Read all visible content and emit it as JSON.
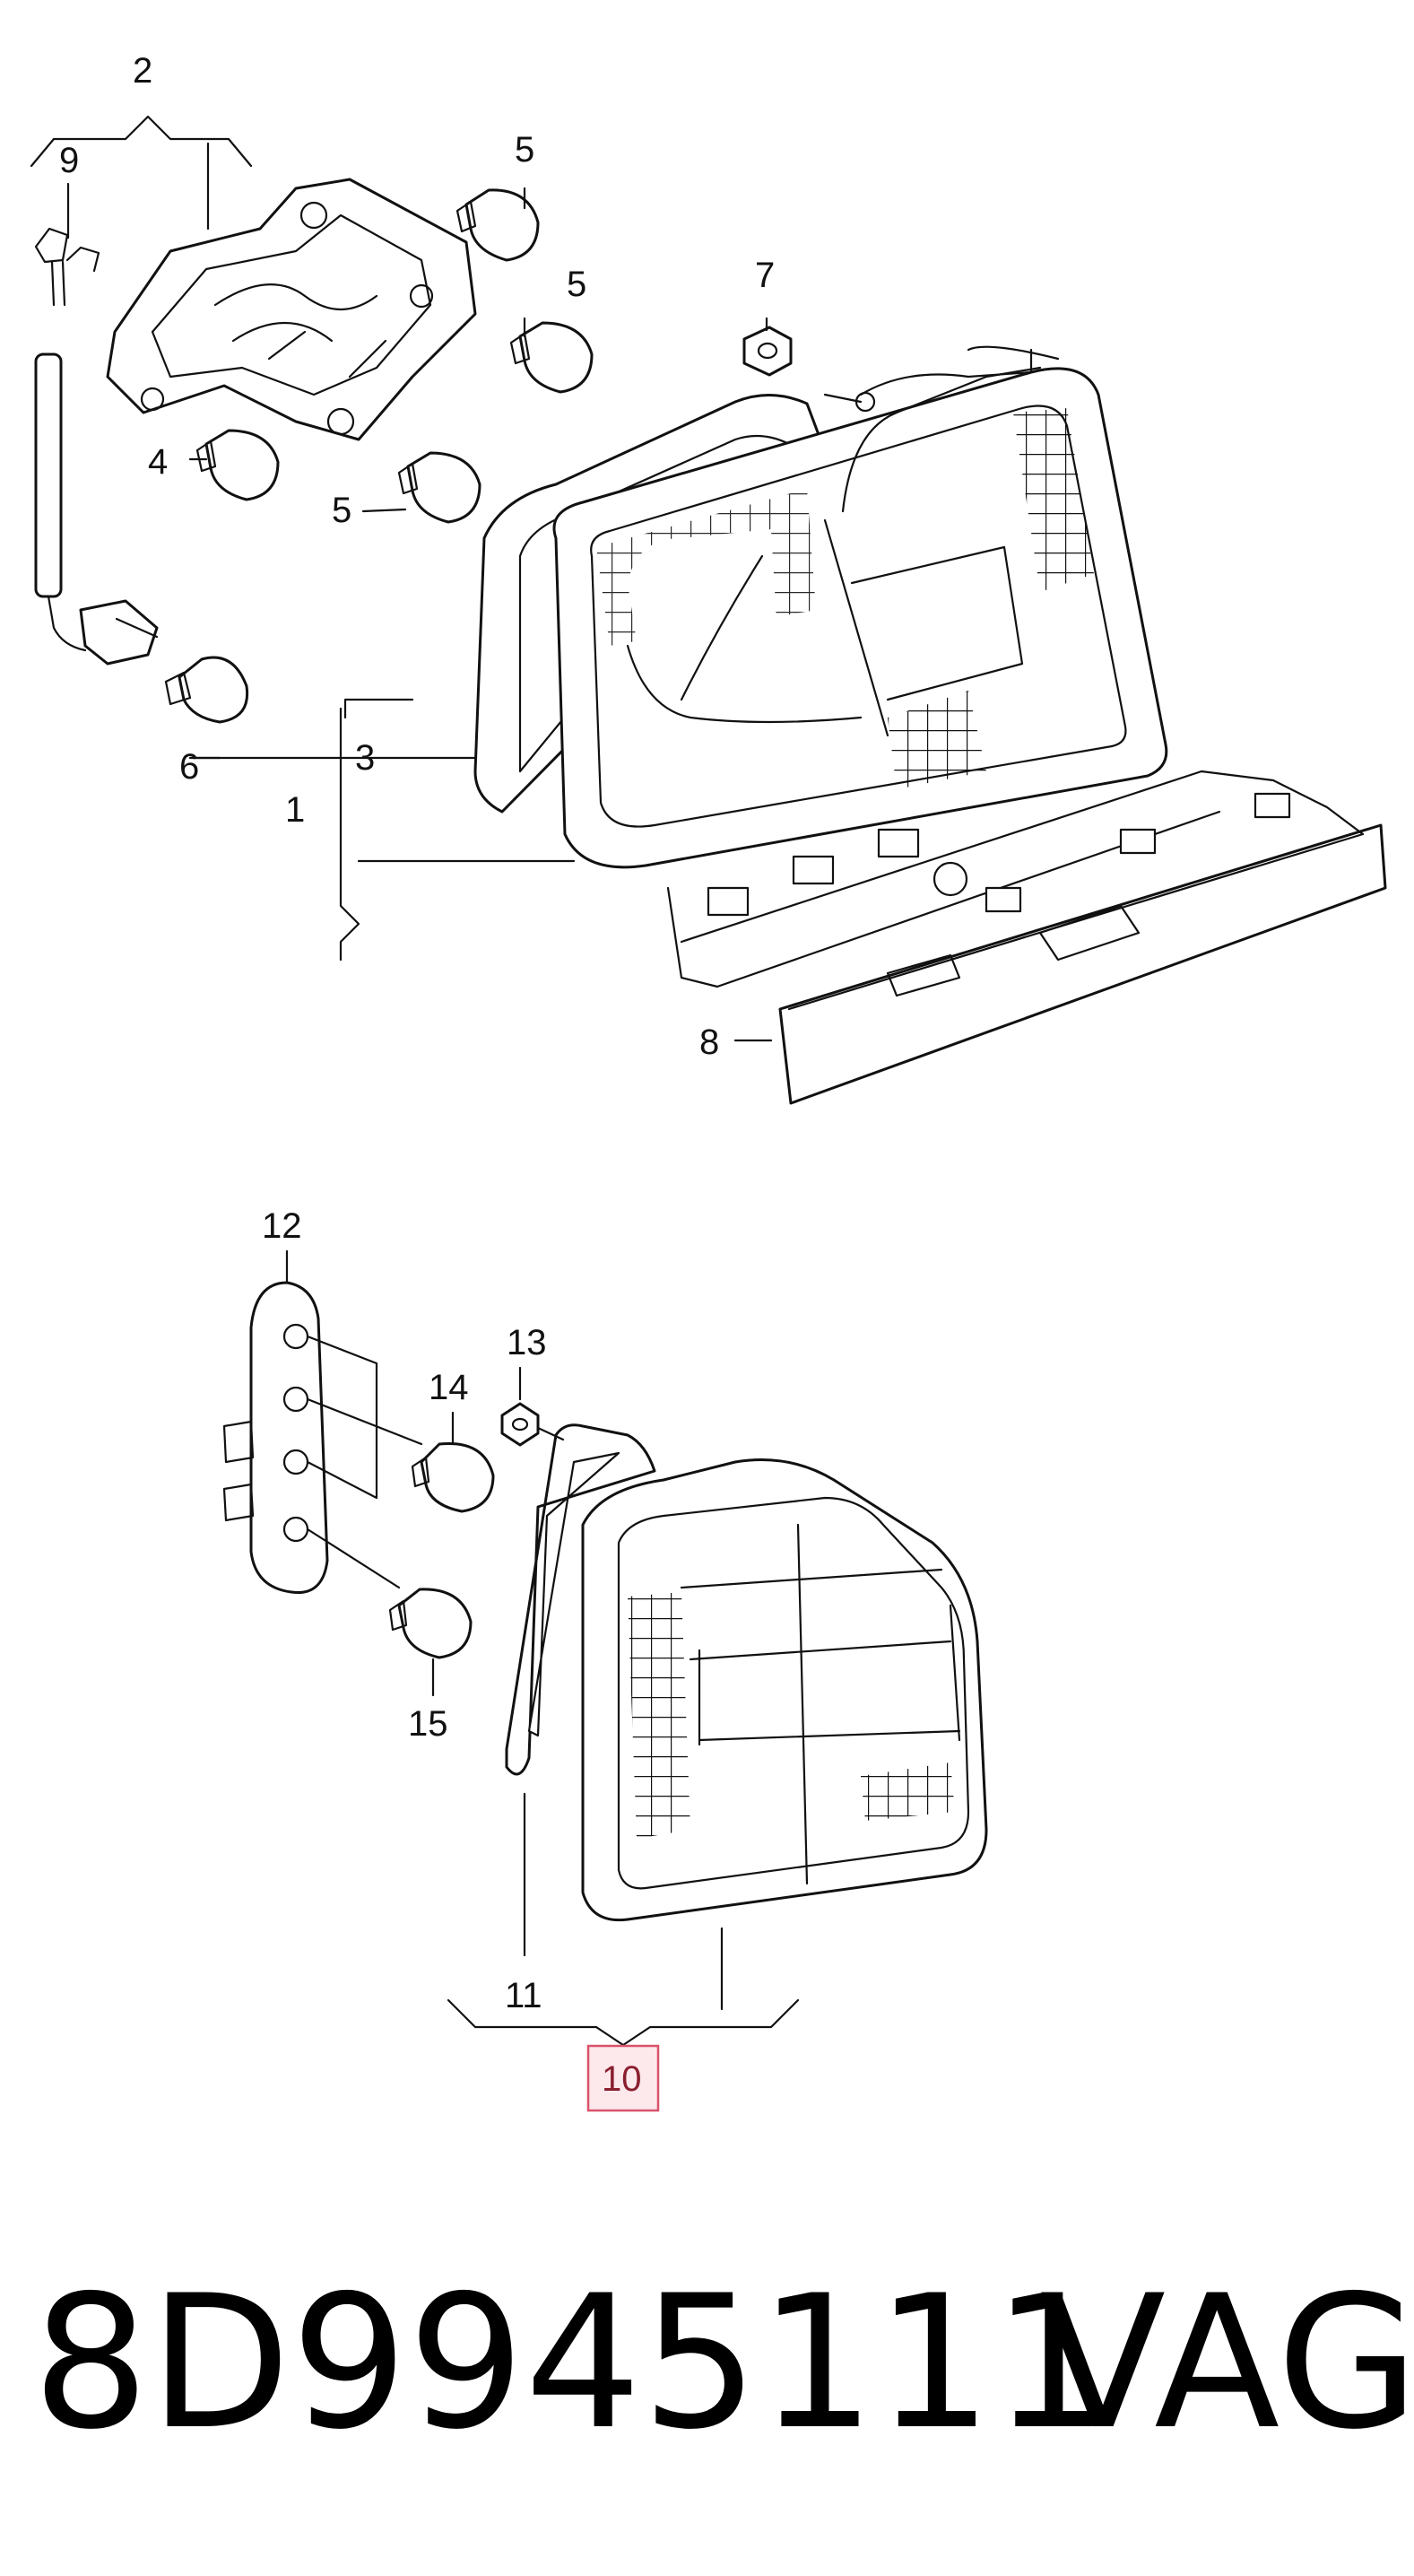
{
  "callouts": {
    "c1": "1",
    "c2": "2",
    "c3": "3",
    "c4": "4",
    "c5a": "5",
    "c5b": "5",
    "c5c": "5",
    "c6": "6",
    "c7": "7",
    "c8": "8",
    "c9": "9",
    "c10": "10",
    "c11": "11",
    "c12": "12",
    "c13": "13",
    "c14": "14",
    "c15": "15"
  },
  "highlight": {
    "callout": "10",
    "border_color": "#d9536a",
    "fill_color": "#fde8ec"
  },
  "footer": {
    "part_number": "8D9945111",
    "brand": "VAG"
  },
  "colors": {
    "line": "#111111",
    "background": "#ffffff"
  }
}
